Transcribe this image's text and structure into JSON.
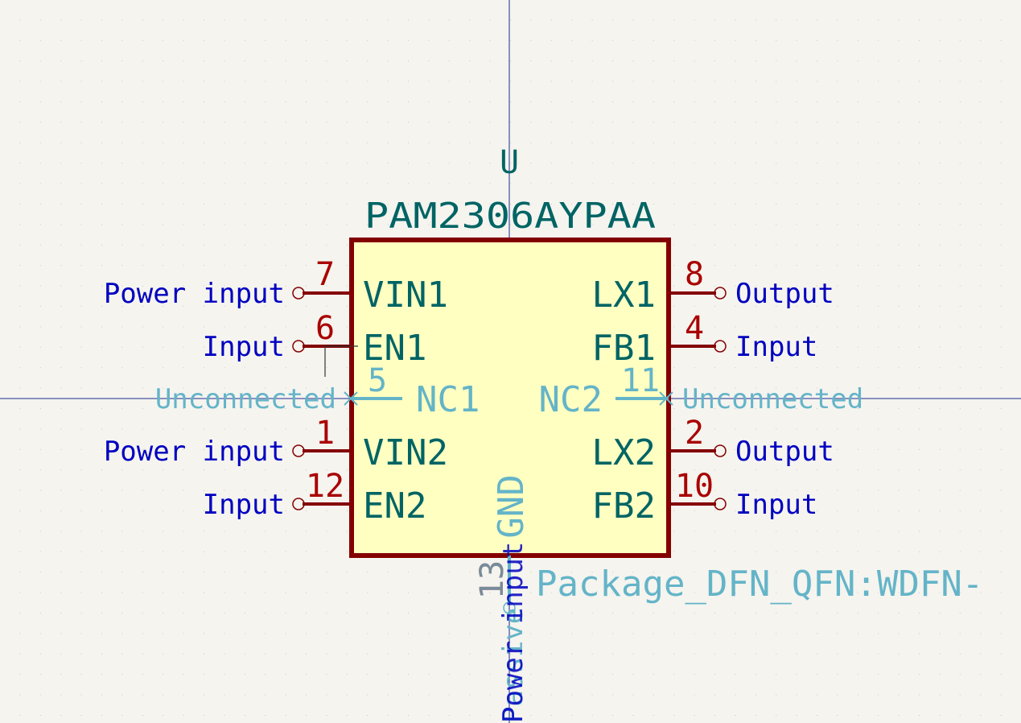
{
  "component": {
    "reference": "U",
    "value": "PAM2306AYPAA",
    "footprint": "Package_DFN_QFN:WDFN-"
  },
  "pins": {
    "vin1": {
      "number": "7",
      "name": "VIN1",
      "type": "Power input"
    },
    "en1": {
      "number": "6",
      "name": "EN1",
      "type": "Input"
    },
    "nc1": {
      "number": "5",
      "name": "NC1",
      "type": "Unconnected"
    },
    "vin2": {
      "number": "1",
      "name": "VIN2",
      "type": "Power input"
    },
    "en2": {
      "number": "12",
      "name": "EN2",
      "type": "Input"
    },
    "lx1": {
      "number": "8",
      "name": "LX1",
      "type": "Output"
    },
    "fb1": {
      "number": "4",
      "name": "FB1",
      "type": "Input"
    },
    "nc2": {
      "number": "11",
      "name": "NC2",
      "type": "Unconnected"
    },
    "lx2": {
      "number": "2",
      "name": "LX2",
      "type": "Output"
    },
    "fb2": {
      "number": "10",
      "name": "FB2",
      "type": "Input"
    },
    "gnd": {
      "number": "13",
      "name": "GND",
      "type": "Passive",
      "type_overlay": "Power input"
    }
  },
  "colors": {
    "background": "#f5f4ef",
    "grid_dot": "#c8c6bd",
    "crosshair": "#1c2d8c",
    "body_fill": "#ffffc2",
    "body_outline": "#840000",
    "pin_line": "#840000",
    "pin_number": "#a90000",
    "pin_name": "#006464",
    "pin_type": "#0000c0",
    "unconnected": "#64b4c8",
    "field_text": "#006464"
  }
}
